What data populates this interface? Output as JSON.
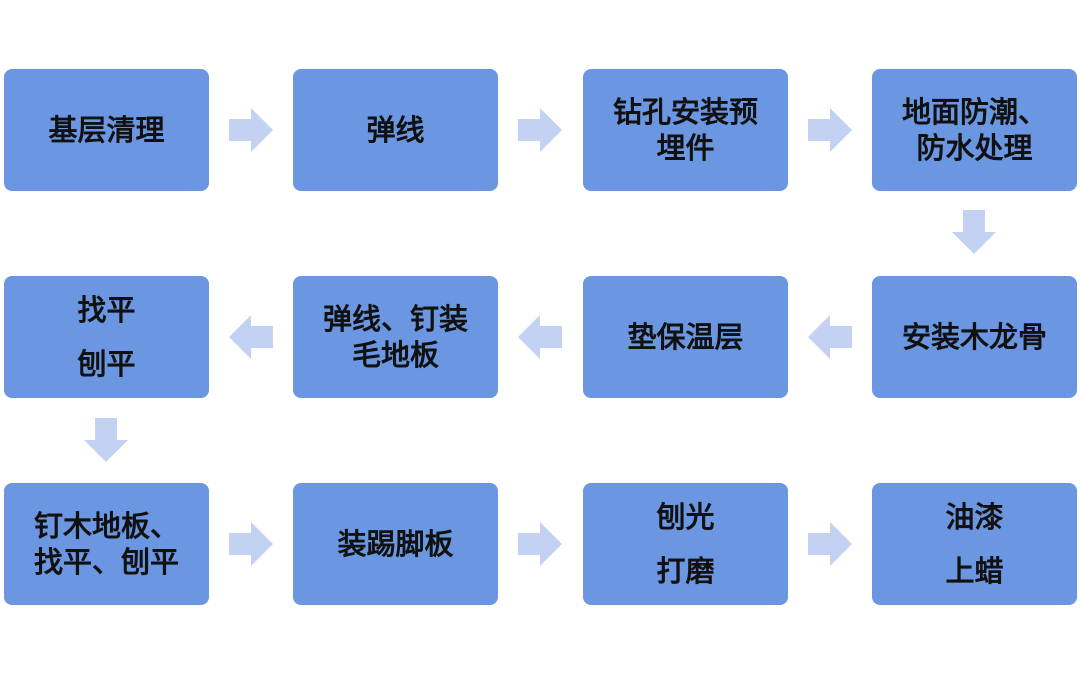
{
  "colors": {
    "box_fill": "#6b97e2",
    "arrow_fill": "#c3d2f2",
    "text": "#111111"
  },
  "flow": {
    "row1": {
      "step1": {
        "line1": "基层清理"
      },
      "step2": {
        "line1": "弹线"
      },
      "step3": {
        "line1": "钻孔安装预",
        "line2": "埋件"
      },
      "step4": {
        "line1": "地面防潮、",
        "line2": "防水处理"
      }
    },
    "row2": {
      "step5": {
        "line1": "安装木龙骨"
      },
      "step6": {
        "line1": "垫保温层"
      },
      "step7": {
        "line1": "弹线、钉装",
        "line2": "毛地板"
      },
      "step8": {
        "line1": "找平",
        "line2": "刨平"
      }
    },
    "row3": {
      "step9": {
        "line1": "钉木地板、",
        "line2": "找平、刨平"
      },
      "step10": {
        "line1": "装踢脚板"
      },
      "step11": {
        "line1": "刨光",
        "line2": "打磨"
      },
      "step12": {
        "line1": "油漆",
        "line2": "上蜡"
      }
    }
  },
  "icons": {
    "right": "arrow-right-icon",
    "left": "arrow-left-icon",
    "down": "arrow-down-icon"
  }
}
